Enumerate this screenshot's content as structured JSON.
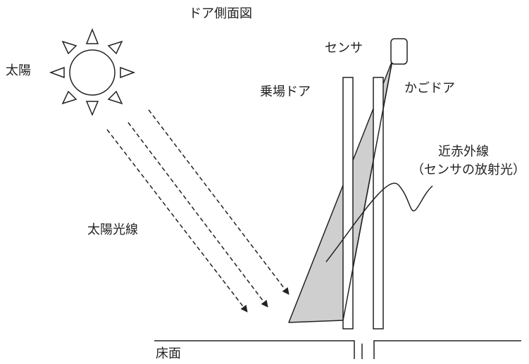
{
  "title": "ドア側面図",
  "labels": {
    "sun": "太陽",
    "sunlight": "太陽光線",
    "sensor": "センサ",
    "landing_door": "乗場ドア",
    "car_door": "かごドア",
    "infrared_line1": "近赤外線",
    "infrared_line2": "（センサの放射光）",
    "floor": "床面"
  },
  "colors": {
    "line": "#222222",
    "beam_fill": "#cfcfcf",
    "background": "#ffffff"
  }
}
